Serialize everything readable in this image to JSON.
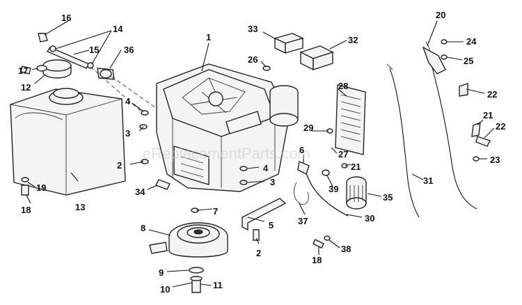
{
  "watermark": "eReplacementParts.com",
  "callouts": [
    "1",
    "2",
    "2",
    "3",
    "3",
    "4",
    "4",
    "5",
    "6",
    "7",
    "8",
    "9",
    "10",
    "11",
    "12",
    "13",
    "14",
    "15",
    "16",
    "17",
    "18",
    "18",
    "19",
    "20",
    "21",
    "21",
    "22",
    "22",
    "23",
    "24",
    "25",
    "26",
    "27",
    "28",
    "29",
    "30",
    "31",
    "32",
    "33",
    "34",
    "35",
    "36",
    "37",
    "38",
    "39"
  ]
}
